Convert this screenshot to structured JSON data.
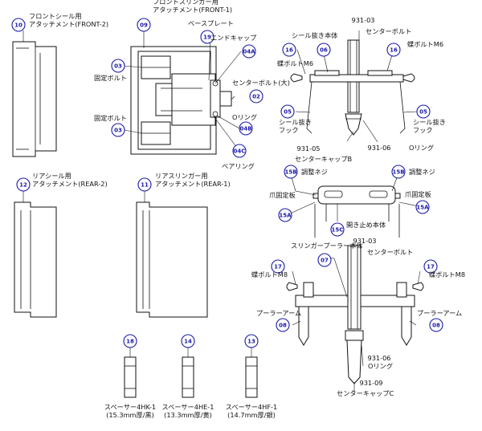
{
  "callouts": [
    {
      "id": "c10",
      "num": "10",
      "label": "フロントシール用\nアタッチメント(FRONT-2)"
    },
    {
      "id": "c09",
      "num": "09",
      "label": "フロントスリンガー用\nアタッチメント(FRONT-1)"
    },
    {
      "id": "c19",
      "num": "19",
      "label": "ベースプレート"
    },
    {
      "id": "c04A",
      "num": "04A",
      "label": "エンドキャップ"
    },
    {
      "id": "c03a",
      "num": "03",
      "label": "固定ボルト"
    },
    {
      "id": "c03b",
      "num": "03",
      "label": "固定ボルト"
    },
    {
      "id": "c02",
      "num": "02",
      "label": "センターボルト(大)"
    },
    {
      "id": "c04B",
      "num": "04B",
      "label": "Oリング"
    },
    {
      "id": "c04C",
      "num": "04C",
      "label": "ベアリング"
    },
    {
      "id": "c16a",
      "num": "16",
      "label": "蝶ボルトM6"
    },
    {
      "id": "c06",
      "num": "06",
      "label": "シール抜き本体"
    },
    {
      "id": "c16b",
      "num": "16",
      "label": "蝶ボルトM6"
    },
    {
      "id": "c05a",
      "num": "05",
      "label": "シール抜き\nフック"
    },
    {
      "id": "c05b",
      "num": "05",
      "label": "シール抜き\nフック"
    },
    {
      "id": "c12",
      "num": "12",
      "label": "リアシール用\nアタッチメント(REAR-2)"
    },
    {
      "id": "c11",
      "num": "11",
      "label": "リアスリンガー用\nアタッチメント(REAR-1)"
    },
    {
      "id": "c15Ba",
      "num": "15B",
      "label": "調整ネジ"
    },
    {
      "id": "c15Bb",
      "num": "15B",
      "label": "調整ネジ"
    },
    {
      "id": "c15Aa",
      "num": "15A",
      "label": "爪固定板"
    },
    {
      "id": "c15Ab",
      "num": "15A",
      "label": "爪固定板"
    },
    {
      "id": "c15C",
      "num": "15C",
      "label": "開き止め本体"
    },
    {
      "id": "c17a",
      "num": "17",
      "label": "蝶ボルトM8"
    },
    {
      "id": "c07",
      "num": "07",
      "label": "スリンガープーラー本体"
    },
    {
      "id": "c17b",
      "num": "17",
      "label": "蝶ボルトM8"
    },
    {
      "id": "c08a",
      "num": "08",
      "label": "プーラーアーム"
    },
    {
      "id": "c08b",
      "num": "08",
      "label": "プーラーアーム"
    },
    {
      "id": "c18",
      "num": "18",
      "label": "スペーサー4HK-1\n(15.3mm厚/黒)"
    },
    {
      "id": "c14",
      "num": "14",
      "label": "スペーサー4HE-1\n(13.3mm厚/黄)"
    },
    {
      "id": "c13",
      "num": "13",
      "label": "スペーサー4HF-1\n(14.7mm厚/銀)"
    }
  ],
  "part_codes": [
    {
      "id": "p93103a",
      "code": "931-03",
      "label": "センターボルト"
    },
    {
      "id": "p93105",
      "code": "931-05",
      "label": "センターキャップB"
    },
    {
      "id": "p93106a",
      "code": "931-06",
      "label": "Oリング"
    },
    {
      "id": "p93103b",
      "code": "931-03",
      "label": "センターボルト"
    },
    {
      "id": "p93106b",
      "code": "931-06",
      "label": "Oリング"
    },
    {
      "id": "p93109",
      "code": "931-09",
      "label": "センターキャップC"
    }
  ],
  "colors": {
    "callout": "#1a1aa6",
    "line": "#111111"
  }
}
